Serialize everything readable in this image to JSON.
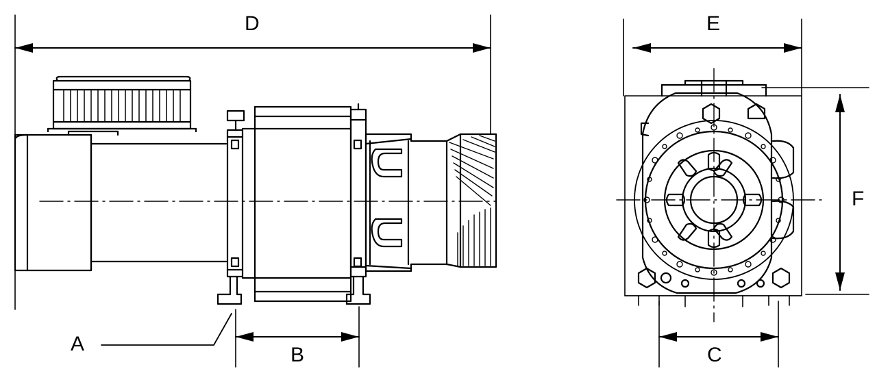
{
  "drawing": {
    "title": "winch-technical-drawing",
    "description": "Two-view orthographic engineering drawing of an electric winch: side elevation on the left and front elevation on the right, annotated with dimension letters.",
    "views": [
      {
        "name": "side-elevation",
        "position": "left"
      },
      {
        "name": "front-elevation",
        "position": "right"
      }
    ],
    "line_color": "#000000",
    "background_color": "#ffffff",
    "dimension_labels": [
      {
        "id": "D",
        "text": "D",
        "view": "side-elevation",
        "orientation": "horizontal",
        "location": "top-overall-length"
      },
      {
        "id": "A",
        "text": "A",
        "view": "side-elevation",
        "orientation": "leader",
        "location": "bottom-left-foot-callout"
      },
      {
        "id": "B",
        "text": "B",
        "view": "side-elevation",
        "orientation": "horizontal",
        "location": "bottom-drum-width"
      },
      {
        "id": "E",
        "text": "E",
        "view": "front-elevation",
        "orientation": "horizontal",
        "location": "top-overall-width"
      },
      {
        "id": "F",
        "text": "F",
        "view": "front-elevation",
        "orientation": "vertical",
        "location": "right-overall-height"
      },
      {
        "id": "C",
        "text": "C",
        "view": "front-elevation",
        "orientation": "horizontal",
        "location": "bottom-mounting-hole-spacing"
      }
    ]
  }
}
